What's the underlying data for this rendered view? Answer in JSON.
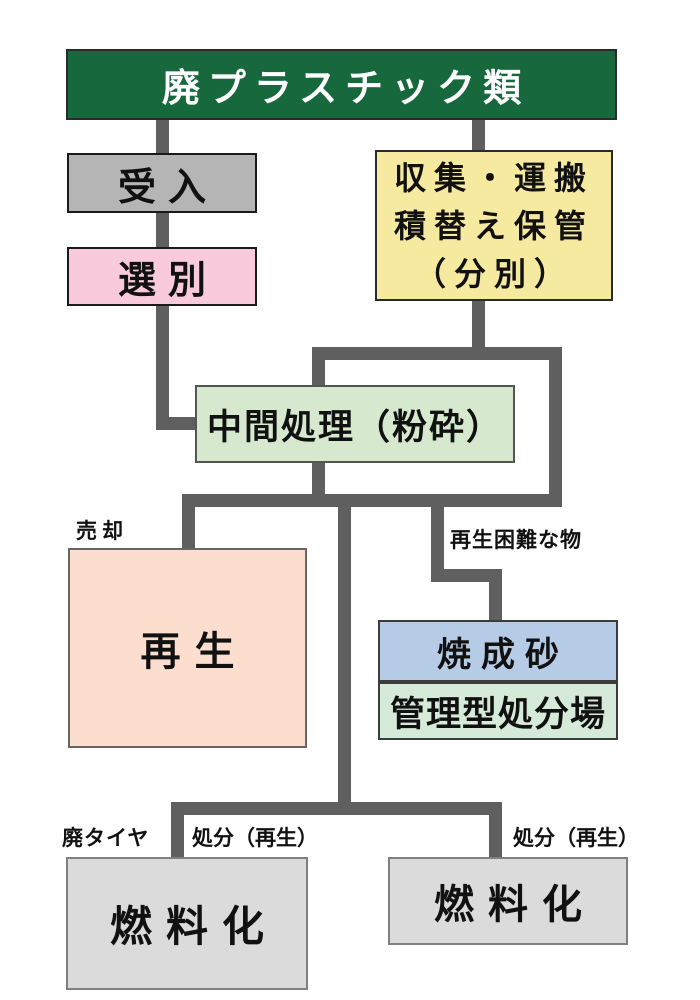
{
  "diagram": {
    "title": "廃プラスチック類",
    "nodes": {
      "header": {
        "label": "廃プラスチック類"
      },
      "ukeire": {
        "label": "受入"
      },
      "senbetsu": {
        "label": "選別"
      },
      "shushu": {
        "lines": [
          "収集・運搬",
          "積替え保管",
          "（分別）"
        ]
      },
      "chukan": {
        "label": "中間処理（粉砕）"
      },
      "saisei": {
        "label": "再生"
      },
      "shoseisa": {
        "label": "焼成砂"
      },
      "kanrigata": {
        "label": "管理型処分場"
      },
      "nenryoka_left": {
        "label": "燃料化"
      },
      "nenryoka_right": {
        "label": "燃料化"
      }
    },
    "labels": {
      "baikyaku": "売却",
      "saisei_konnan": "再生困難な物",
      "hai_taiya": "廃タイヤ",
      "shobun_left": "処分（再生）",
      "shobun_right": "処分（再生）"
    },
    "colors": {
      "header_bg": "#17693d",
      "header_text": "#ffffff",
      "ukeire_bg": "#b5b5b5",
      "senbetsu_bg": "#f8cadb",
      "shushu_bg": "#f6e9a0",
      "chukan_bg": "#d6e9cf",
      "saisei_bg": "#fcdecf",
      "shoseisa_bg": "#b6cbe5",
      "kanrigata_bg": "#d6ead9",
      "nenryoka_bg": "#dbdbdb",
      "connector": "#5f5f5f",
      "text": "#111111"
    }
  }
}
